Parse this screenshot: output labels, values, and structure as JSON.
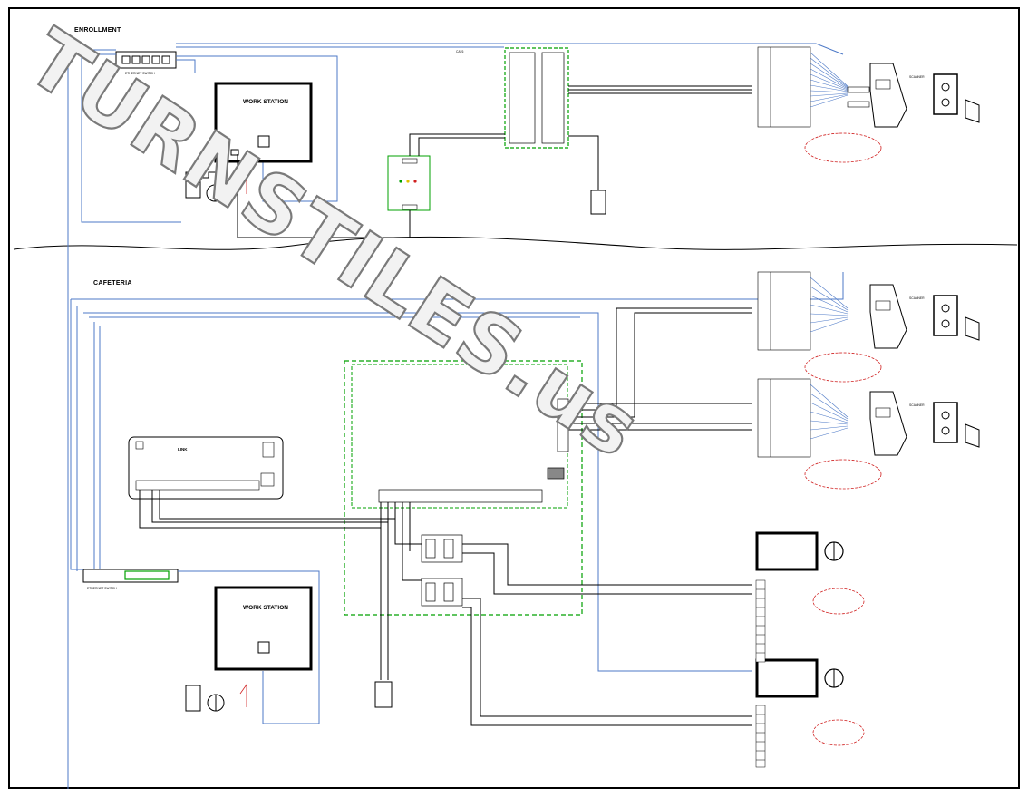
{
  "watermark": "TURNSTILES.us",
  "sections": {
    "enrollment": "ENROLLMENT",
    "cafeteria": "CAFETERIA"
  },
  "workstations": [
    {
      "title": "WORK STATION"
    },
    {
      "title": "WORK STATION"
    }
  ],
  "network": {
    "cat_label": "CAT6",
    "switch_top_caption": "ETHERNET SWITCH",
    "switch_bottom_caption": "ETHERNET SWITCH"
  },
  "cafeteria_logic": {
    "brand": "LINK"
  },
  "scanners": [
    {
      "label": "SCANNER"
    },
    {
      "label": "SCANNER"
    },
    {
      "label": "SCANNER"
    }
  ],
  "colors": {
    "wire_blue": "#4d79c7",
    "wire_green": "#00a000",
    "wire_red": "#d02020",
    "outline": "#000000"
  }
}
